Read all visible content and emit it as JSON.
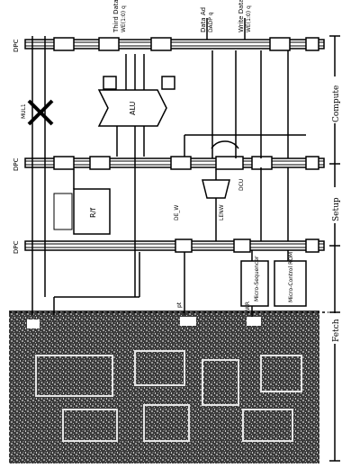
{
  "diagram": {
    "labels": {
      "third_data": "Third Data",
      "third_data_reg": "WE(1:0) q",
      "data_ad": "Data Ad",
      "data_ad_reg": "DADP q",
      "write_data": "Write Data",
      "write_data_reg": "WE(1:0) q",
      "mul_1": "MUL1",
      "alu": "ALU",
      "rf": "R/f",
      "de_w": "DE_W",
      "lenw": "LENW",
      "dcu": "DCU",
      "micro_sequencer": "Micro-Sequencer",
      "micro_control_rom": "Micro-Control ROM",
      "dpc_top": "DPC",
      "dpc_mid": "DPC",
      "dpc_bottom": "DPC",
      "pt": "pt",
      "wr": "WR"
    },
    "phases": [
      {
        "name": "Compute"
      },
      {
        "name": "Setup"
      },
      {
        "name": "Fetch"
      }
    ],
    "colors": {
      "ink": "#000000",
      "paper": "#ffffff",
      "dark_region": "#2a2a2a"
    }
  }
}
